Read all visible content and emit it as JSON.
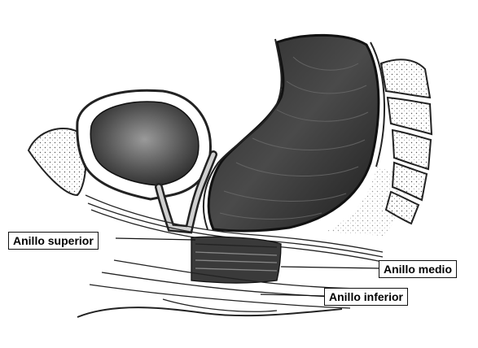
{
  "labels": {
    "superior": "Anillo superior",
    "medio": "Anillo medio",
    "inferior": "Anillo inferior"
  },
  "colors": {
    "ink": "#111111",
    "shade": "#3a3a3a",
    "paper": "#ffffff"
  }
}
